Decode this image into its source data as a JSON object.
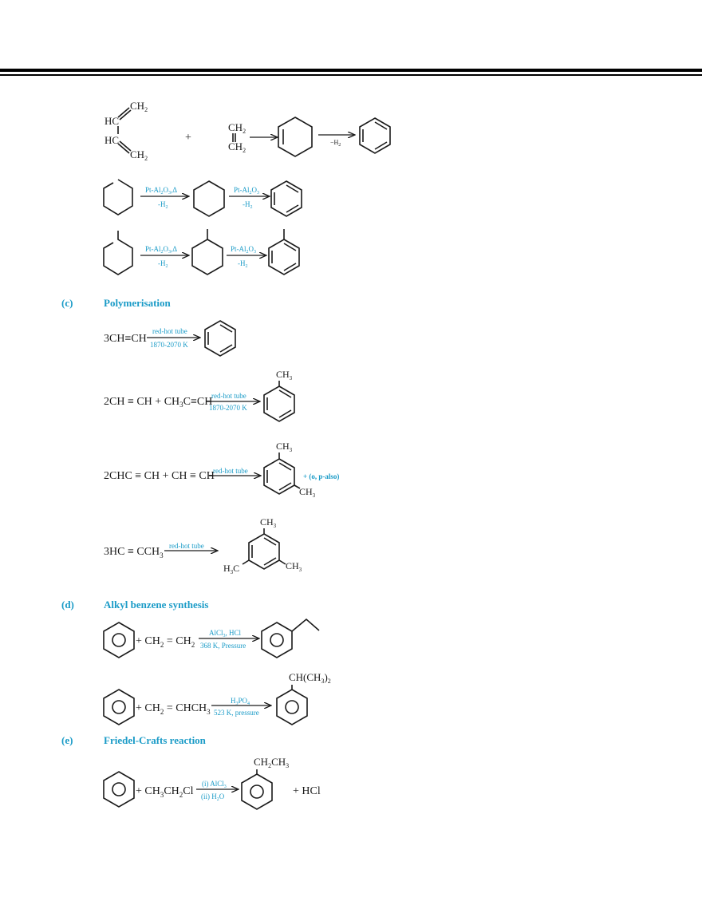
{
  "sections": [
    {
      "id": "c",
      "letter": "(c)",
      "title": "Polymerisation"
    },
    {
      "id": "d",
      "letter": "(d)",
      "title": "Alkyl benzene synthesis"
    },
    {
      "id": "e",
      "letter": "(e)",
      "title": "Friedel-Crafts reaction"
    }
  ],
  "reaction_diene": {
    "ch2_top": "CH",
    "hc1": "HC",
    "hc2": "HC",
    "ch2_bottom": "CH",
    "plus": "+",
    "ethene_top": "CH",
    "ethene_bottom": "CH",
    "dehydro_label": "−H",
    "sub2": "2"
  },
  "reaction_hexane": {
    "cond1_top": "Pt-Al",
    "cond1_bottom": "-H",
    "cond2_top": "Pt-Al",
    "cond2_bottom": "-H"
  },
  "reaction_heptane": {
    "cond1_top": "Pt-Al",
    "cond1_bottom": "-H",
    "cond2_top": "Pt-Al",
    "cond2_bottom": "-H"
  },
  "polymerisation": {
    "r1_reactant": "3CH≡CH",
    "r1_cond_top": "red-hot tube",
    "r1_cond_bottom": "1870-2070 K",
    "r2_reactant": "2CH ≡ CH + CH",
    "r2_reactant_b": "C≡CH",
    "r2_cond_top": "red-hot tube",
    "r2_cond_bottom": "1870-2070 K",
    "r2_ch3": "CH",
    "r3_reactant": "2CHC ≡ CH + CH ≡ CH",
    "r3_cond_top": "red-hot tube",
    "r3_ch3_top": "CH",
    "r3_ch3_bottom": "CH",
    "r3_note": "+ (o, p-also)",
    "r4_reactant": "3HC ≡ CCH",
    "r4_cond_top": "red-hot tube",
    "r4_ch3_top": "CH",
    "r4_h3c": "H",
    "r4_h3c_c": "C",
    "r4_ch3_right": "CH"
  },
  "alkyl": {
    "r1_reactant": "+ CH",
    "r1_reactant_b": " = CH",
    "r1_cond_top": "AlCl",
    "r1_cond_top_b": ", HCl",
    "r1_cond_bottom": "368 K, Pressure",
    "r2_reactant": "+ CH",
    "r2_reactant_b": " = CHCH",
    "r2_cond_top": "H",
    "r2_cond_top_b": "PO",
    "r2_cond_bottom": "523 K, pressure",
    "r2_sub": "CH(CH",
    "r2_sub_b": ")"
  },
  "friedel": {
    "reactant": "+ CH",
    "reactant_b": "CH",
    "reactant_c": "Cl",
    "cond_top": "(i) AlCl",
    "cond_bottom": "(ii) H",
    "cond_bottom_b": "O",
    "sub": "CH",
    "sub_b": "CH",
    "byproduct": "+  HCl"
  },
  "colors": {
    "accent": "#1a9bc7",
    "text": "#1a1a1a"
  }
}
